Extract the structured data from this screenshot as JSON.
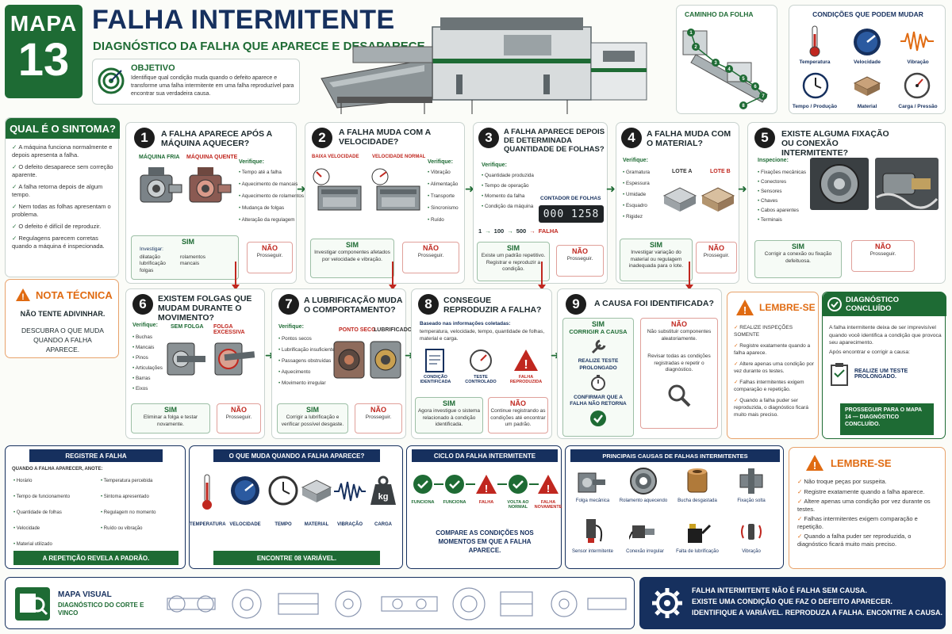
{
  "header": {
    "map_word": "MAPA",
    "map_number": "13",
    "title": "FALHA INTERMITENTE",
    "subtitle": "DIAGNÓSTICO DA FALHA QUE APARECE E DESAPARECE",
    "objective_title": "OBJETIVO",
    "objective_text": "Identifique qual condição muda quando o defeito aparece e transforme uma falha intermitente em uma falha reproduzível para encontrar sua verdadeira causa."
  },
  "path": {
    "title": "CAMINHO DA FOLHA",
    "steps": [
      "1",
      "2",
      "3",
      "4",
      "5",
      "6",
      "7",
      "8"
    ]
  },
  "conditions": {
    "title": "CONDIÇÕES QUE PODEM MUDAR",
    "items": [
      "Temperatura",
      "Velocidade",
      "Vibração",
      "Tempo / Produção",
      "Material",
      "Carga / Pressão"
    ]
  },
  "symptom": {
    "title": "QUAL É O SINTOMA?",
    "items": [
      "A máquina funciona normalmente e depois apresenta a falha.",
      "O defeito desaparece sem correção aparente.",
      "A falha retorna depois de algum tempo.",
      "Nem todas as folhas apresentam o problema.",
      "O defeito é difícil de reproduzir.",
      "Regulagens parecem corretas quando a máquina é inspecionada."
    ]
  },
  "tech_note": {
    "title": "NOTA TÉCNICA",
    "line1": "NÃO TENTE ADIVINHAR.",
    "line2": "DESCUBRA O QUE MUDA QUANDO A FALHA APARECE."
  },
  "steps": [
    {
      "n": "1",
      "title": "A FALHA APARECE APÓS A MÁQUINA AQUECER?",
      "img_a": "MÁQUINA FRIA",
      "img_b": "MÁQUINA QUENTE",
      "verify": "Verifique:",
      "items": [
        "Tempo até a falha",
        "Aquecimento de mancais",
        "Aquecimento de rolamentos",
        "Mudança de folgas",
        "Alteração da regulagem"
      ],
      "sim": "SIM",
      "sim_text": "Investigar:",
      "sim_items": [
        "dilatação",
        "lubrificação",
        "folgas",
        "rolamentos",
        "mancais"
      ],
      "nao": "NÃO",
      "nao_text": "Prosseguir."
    },
    {
      "n": "2",
      "title": "A FALHA MUDA COM A VELOCIDADE?",
      "img_a": "BAIXA VELOCIDADE",
      "img_b": "VELOCIDADE NORMAL",
      "verify": "Verifique:",
      "items": [
        "Vibração",
        "Alimentação",
        "Transporte",
        "Sincronismo",
        "Ruído"
      ],
      "sim": "SIM",
      "sim_text": "Investigar componentes afetados por velocidade e vibração.",
      "nao": "NÃO",
      "nao_text": "Prosseguir."
    },
    {
      "n": "3",
      "title": "A FALHA APARECE DEPOIS DE DETERMINADA QUANTIDADE DE FOLHAS?",
      "verify": "Verifique:",
      "items": [
        "Quantidade produzida",
        "Tempo de operação",
        "Momento da falha",
        "Condição da máquina"
      ],
      "counter_label": "CONTADOR DE FOLHAS",
      "counter": "000 1258",
      "seq": [
        "1",
        "100",
        "500",
        "FALHA"
      ],
      "sim": "SIM",
      "sim_text": "Existe um padrão repetitivo. Registrar e reproduzir a condição.",
      "nao": "NÃO",
      "nao_text": "Prosseguir."
    },
    {
      "n": "4",
      "title": "A FALHA MUDA COM O MATERIAL?",
      "verify": "Verifique:",
      "items": [
        "Gramatura",
        "Espessura",
        "Umidade",
        "Esquadro",
        "Rigidez"
      ],
      "img_a": "LOTE A",
      "img_b": "LOTE B",
      "sim": "SIM",
      "sim_text": "Investigar variação do material ou regulagem inadequada para o lote.",
      "nao": "NÃO",
      "nao_text": "Prosseguir."
    },
    {
      "n": "5",
      "title": "EXISTE ALGUMA FIXAÇÃO OU CONEXÃO INTERMITENTE?",
      "verify": "Inspecione:",
      "items": [
        "Fixações mecânicas",
        "Conectores",
        "Sensores",
        "Chaves",
        "Cabos aparentes",
        "Terminais"
      ],
      "sim": "SIM",
      "sim_text": "Corrigir a conexão ou fixação defeituosa.",
      "nao": "NÃO",
      "nao_text": "Prosseguir."
    },
    {
      "n": "6",
      "title": "EXISTEM FOLGAS QUE MUDAM DURANTE O MOVIMENTO?",
      "verify": "Verifique:",
      "items": [
        "Buchas",
        "Mancais",
        "Pinos",
        "Articulações",
        "Barras",
        "Eixos"
      ],
      "img_a": "SEM FOLGA",
      "img_b": "FOLGA EXCESSIVA",
      "sim": "SIM",
      "sim_text": "Eliminar a folga e testar novamente.",
      "nao": "NÃO",
      "nao_text": "Prosseguir."
    },
    {
      "n": "7",
      "title": "A LUBRIFICAÇÃO MUDA O COMPORTAMENTO?",
      "verify": "Verifique:",
      "items": [
        "Pontos secos",
        "Lubrificação insuficiente",
        "Passagens obstruídas",
        "Aquecimento",
        "Movimento irregular"
      ],
      "img_a": "PONTO SECO",
      "img_b": "LUBRIFICADO",
      "sim": "SIM",
      "sim_text": "Corrigir a lubrificação e verificar possível desgaste.",
      "nao": "NÃO",
      "nao_text": "Prosseguir."
    },
    {
      "n": "8",
      "title": "CONSEGUE REPRODUZIR A FALHA?",
      "based": "Baseado nas informações coletadas:",
      "based_text": "temperatura, velocidade, tempo, quantidade de folhas, material e carga.",
      "icons": [
        "CONDIÇÃO IDENTIFICADA",
        "TESTE CONTROLADO",
        "FALHA REPRODUZIDA"
      ],
      "sim": "SIM",
      "sim_text": "Agora investigue o sistema relacionado à condição identificada.",
      "nao": "NÃO",
      "nao_text": "Continue registrando as condições até encontrar um padrão."
    },
    {
      "n": "9",
      "title": "A CAUSA FOI IDENTIFICADA?",
      "sim": "SIM",
      "sim_head": "CORRIGIR A CAUSA",
      "sim_test": "REALIZE TESTE PROLONGADO",
      "sim_confirm": "CONFIRMAR QUE A FALHA NÃO RETORNA",
      "nao": "NÃO",
      "nao_text1": "Não substituir componentes aleatoriamente.",
      "nao_text2": "Revisar todas as condições registradas e repetir o diagnóstico."
    }
  ],
  "remember1": {
    "title": "LEMBRE-SE",
    "items": [
      "REALIZE INSPEÇÕES SOMENTE",
      "Registre exatamente quando a falha aparece.",
      "Altere apenas uma condição por vez durante os testes.",
      "Falhas intermitentes exigem comparação e repetição.",
      "Quando a falha puder ser reproduzida, o diagnóstico ficará muito mais preciso."
    ]
  },
  "concluded": {
    "title": "DIAGNÓSTICO CONCLUÍDO",
    "text1": "A falha intermitente deixa de ser imprevisível quando você identifica a condição que provoca seu aparecimento.",
    "text2": "Após encontrar e corrigir a causa:",
    "action": "REALIZE UM TESTE PROLONGADO.",
    "next": "PROSSEGUIR PARA O MAPA 14 — DIAGNÓSTICO CONCLUÍDO."
  },
  "register": {
    "title": "REGISTRE A FALHA",
    "subtitle": "QUANDO A FALHA APARECER, ANOTE:",
    "col1": [
      "Horário",
      "Tempo de funcionamento",
      "Quantidade de folhas",
      "Velocidade",
      "Material utilizado"
    ],
    "col2": [
      "Temperatura percebida",
      "Sintoma apresentado",
      "Regulagem no momento",
      "Ruído ou vibração"
    ],
    "footer": "A REPETIÇÃO REVELA A PADRÃO."
  },
  "what_changes": {
    "title": "O QUE MUDA QUANDO A FALHA APARECE?",
    "items": [
      "TEMPERATURA",
      "VELOCIDADE",
      "TEMPO",
      "MATERIAL",
      "VIBRAÇÃO",
      "CARGA"
    ],
    "kg": "kg",
    "footer": "ENCONTRE 08 VARIÁVEL."
  },
  "cycle": {
    "title": "CICLO DA FALHA INTERMITENTE",
    "items": [
      "FUNCIONA",
      "FUNCIONA",
      "FALHA",
      "VOLTA AO NORMAL",
      "FALHA NOVAMENTE"
    ],
    "footer": "COMPARE AS CONDIÇÕES NOS MOMENTOS EM QUE A FALHA APARECE."
  },
  "causes": {
    "title": "PRINCIPAIS CAUSAS DE FALHAS INTERMITENTES",
    "items": [
      "Folga mecânica",
      "Rolamento aquecendo",
      "Bucha desgastada",
      "Fixação solta",
      "Sensor intermitente",
      "Conexão irregular",
      "Falta de lubrificação",
      "Vibração"
    ]
  },
  "remember2": {
    "title": "LEMBRE-SE",
    "items": [
      "Não troque peças por suspeita.",
      "Registre exatamente quando a falha aparece.",
      "Altere apenas uma condição por vez durante os testes.",
      "Falhas intermitentes exigem comparação e repetição.",
      "Quando a falha puder ser reproduzida, o diagnóstico ficará muito mais preciso."
    ]
  },
  "footer": {
    "visual_title": "MAPA VISUAL",
    "visual_sub": "DIAGNÓSTICO DO CORTE E VINCO",
    "msg1": "FALHA INTERMITENTE NÃO É FALHA SEM CAUSA.",
    "msg2": "EXISTE UMA CONDIÇÃO QUE FAZ O DEFEITO APARECER.",
    "msg3": "IDENTIFIQUE A VARIÁVEL. REPRODUZA A FALHA.  ENCONTRE A CAUSA."
  },
  "colors": {
    "green": "#1e6b34",
    "navy": "#16305e",
    "red": "#c0271f",
    "orange": "#e06b12"
  }
}
